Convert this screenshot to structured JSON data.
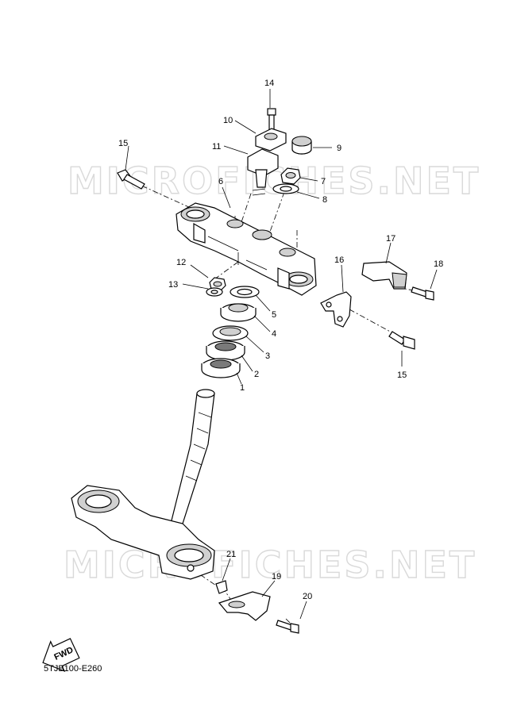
{
  "watermark": "MICROFICHES.NET",
  "fwd_label": "FWD",
  "diagram_code": "5TJB100-E260",
  "callouts": {
    "c1": "1",
    "c2": "2",
    "c3": "3",
    "c4": "4",
    "c5": "5",
    "c6": "6",
    "c7": "7",
    "c8": "8",
    "c9": "9",
    "c10": "10",
    "c11": "11",
    "c12": "12",
    "c13": "13",
    "c14": "14",
    "c15a": "15",
    "c15b": "15",
    "c16": "16",
    "c17": "17",
    "c18": "18",
    "c19": "19",
    "c20": "20",
    "c21": "21"
  }
}
